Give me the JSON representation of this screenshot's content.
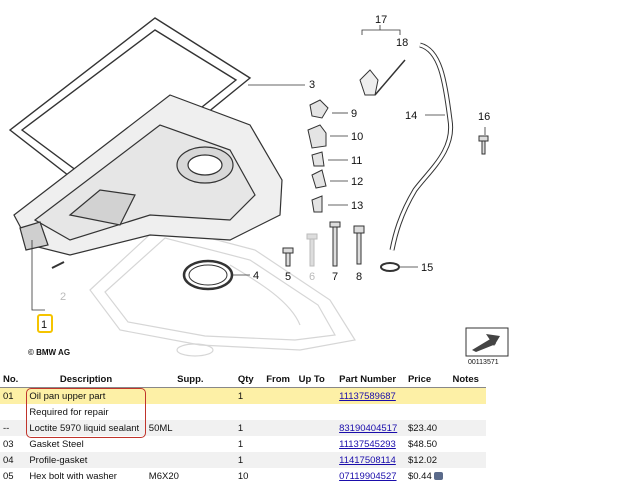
{
  "diagram": {
    "callouts": [
      "1",
      "2",
      "3",
      "4",
      "5",
      "6",
      "7",
      "8",
      "9",
      "10",
      "11",
      "12",
      "13",
      "14",
      "15",
      "16",
      "17",
      "18"
    ],
    "copyright": "© BMW AG",
    "image_id": "00113571",
    "selected_callout": "1",
    "highlight_color": "#f5c400"
  },
  "table": {
    "headers": {
      "no": "No.",
      "desc": "Description",
      "supp": "Supp.",
      "qty": "Qty",
      "from": "From",
      "upto": "Up To",
      "part": "Part Number",
      "price": "Price",
      "notes": "Notes"
    },
    "rows": [
      {
        "no": "01",
        "desc": "Oil pan upper part",
        "supp": "",
        "qty": "1",
        "from": "",
        "upto": "",
        "part": "11137589687",
        "price": "",
        "notes": ""
      },
      {
        "no": "",
        "desc": "Required for repair",
        "supp": "",
        "qty": "",
        "from": "",
        "upto": "",
        "part": "",
        "price": "",
        "notes": ""
      },
      {
        "no": "--",
        "desc": "Loctite 5970 liquid sealant",
        "supp": "50ML",
        "qty": "1",
        "from": "",
        "upto": "",
        "part": "83190404517",
        "price": "$23.40",
        "notes": ""
      },
      {
        "no": "03",
        "desc": "Gasket Steel",
        "supp": "",
        "qty": "1",
        "from": "",
        "upto": "",
        "part": "11137545293",
        "price": "$48.50",
        "notes": ""
      },
      {
        "no": "04",
        "desc": "Profile-gasket",
        "supp": "",
        "qty": "1",
        "from": "",
        "upto": "",
        "part": "11417508114",
        "price": "$12.02",
        "notes": ""
      },
      {
        "no": "05",
        "desc": "Hex bolt with washer",
        "supp": "M6X20",
        "qty": "10",
        "from": "",
        "upto": "",
        "part": "07119904527",
        "price": "$0.44",
        "notes": ""
      }
    ]
  },
  "colors": {
    "highlight_row": "#fdf0a6",
    "link": "#1a0dab",
    "bracket": "#c0342b"
  }
}
